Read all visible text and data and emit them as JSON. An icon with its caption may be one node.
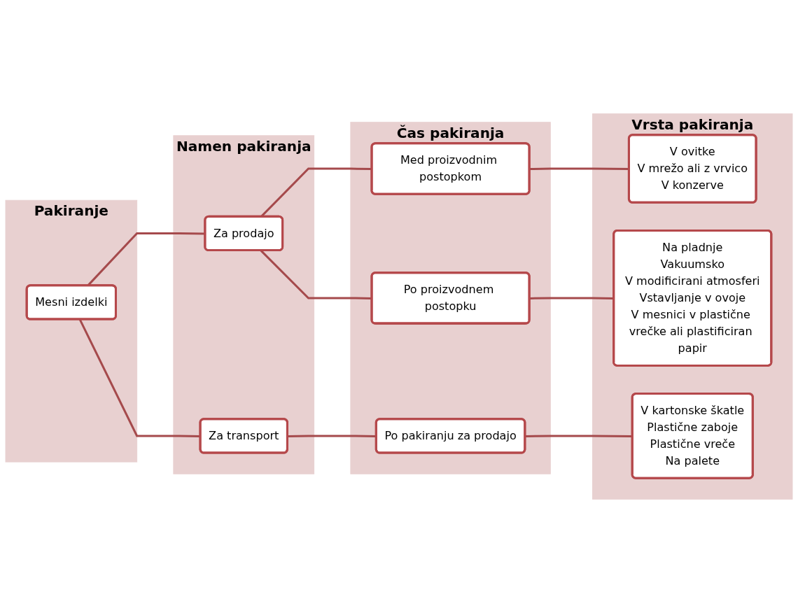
{
  "diagram": {
    "nodes": [
      {
        "text": [
          "Pakiranje"
        ]
      },
      {
        "text": [
          "Namen pakiranja"
        ]
      },
      {
        "text": [
          "Čas pakiranja"
        ]
      },
      {
        "text": [
          "Vrsta pakiranja"
        ]
      },
      {
        "text": [
          "Mesni izdelki"
        ],
        "in": 0
      },
      {
        "text": [
          "Za prodajo"
        ],
        "in": 1
      },
      {
        "text": [
          "Za transport"
        ],
        "in": 1
      },
      {
        "text": [
          "Med proizvodnim postopkom"
        ],
        "in": 2
      },
      {
        "text": [
          "Po proizvodnem postopku"
        ],
        "in": 2
      },
      {
        "text": [
          "Po pakiranju za prodajo"
        ],
        "in": 2
      },
      {
        "text": [
          "V ovitke",
          "V mrežo ali z vrvico",
          "V konzerve"
        ],
        "in": 3
      },
      {
        "text": [
          "Na pladnje",
          "Vakuumsko",
          "V modificirani atmosferi",
          "Vstavljanje v ovoje",
          "V mesnici v plastične vrečke ali plastificiran papir"
        ],
        "in": 3
      },
      {
        "text": [
          "V kartonske škatle",
          "Plastične zaboje",
          "Plastične vreče",
          "Na palete"
        ],
        "in": 3
      }
    ],
    "edges": [
      {
        "from": 4,
        "to": 5,
        "arrow": "none"
      },
      {
        "from": 4,
        "to": 6,
        "arrow": "none"
      },
      {
        "from": 5,
        "to": 7,
        "arrow": "none"
      },
      {
        "from": 5,
        "to": 8,
        "arrow": "none"
      },
      {
        "from": 6,
        "to": 9,
        "arrow": "none"
      },
      {
        "from": 7,
        "to": 10,
        "arrow": "none"
      },
      {
        "from": 8,
        "to": 11,
        "arrow": "none"
      },
      {
        "from": 9,
        "to": 12,
        "arrow": "none"
      }
    ]
  }
}
